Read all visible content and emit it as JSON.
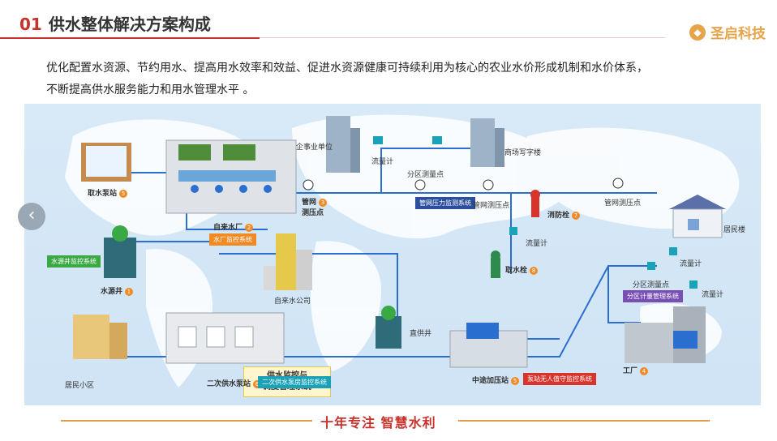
{
  "header": {
    "number": "01",
    "title": "供水整体解决方案构成",
    "logo_text": "圣启科技"
  },
  "intro": {
    "line1": "优化配置水资源、节约用水、提高用水效率和效益、促进水资源健康可持续利用为核心的农业水价形成机制和水价体系，",
    "line2": "不断提高供水服务能力和用水管理水平 。"
  },
  "diagram": {
    "labels": {
      "intake_station": "取水泵站",
      "intake_station_no": "5",
      "waterworks": "自来水厂",
      "waterworks_no": "2",
      "waterworks_system": "水厂监控系统",
      "pipe_pressure": "管网",
      "pipe_pressure_no": "3",
      "pipe_pressure_2": "测压点",
      "source_well": "水源井",
      "source_well_no": "1",
      "source_well_system": "水源井监控系统",
      "supply_callout_1": "供水监控与",
      "supply_callout_2": "调度管理系统",
      "water_company": "自来水公司",
      "enterprise": "企事业单位",
      "flowmeter_1": "流量计",
      "zone_meter_1": "分区测量点",
      "commercial": "商场写字楼",
      "pipe_system": "管网压力监测系统",
      "pipe_point_1": "管网测压点",
      "pipe_point_2": "管网测压点",
      "hydrant": "消防栓",
      "hydrant_no": "7",
      "flowmeter_2": "流量计",
      "intake_hydrant": "取水栓",
      "intake_hydrant_no": "8",
      "residential_building": "居民楼",
      "flowmeter_3": "流量计",
      "zone_meter_2": "分区测量点",
      "zone_system": "分区计量管理系统",
      "flowmeter_4": "流量计",
      "factory": "工厂",
      "factory_no": "4",
      "residential_area": "居民小区",
      "secondary_station": "二次供水泵站",
      "secondary_station_no": "6",
      "secondary_system": "二次供水泵房监控系统",
      "direct_well": "直供井",
      "booster_station": "中途加压站",
      "booster_no": "5",
      "booster_system": "泵站无人值守监控系统"
    }
  },
  "footer": {
    "slogan": "十年专注  智慧水利"
  },
  "colors": {
    "accent_red": "#c8322a",
    "accent_orange": "#f08a24",
    "pipe_blue": "#2a6fd0",
    "map_bg": "#d8e9f7"
  }
}
